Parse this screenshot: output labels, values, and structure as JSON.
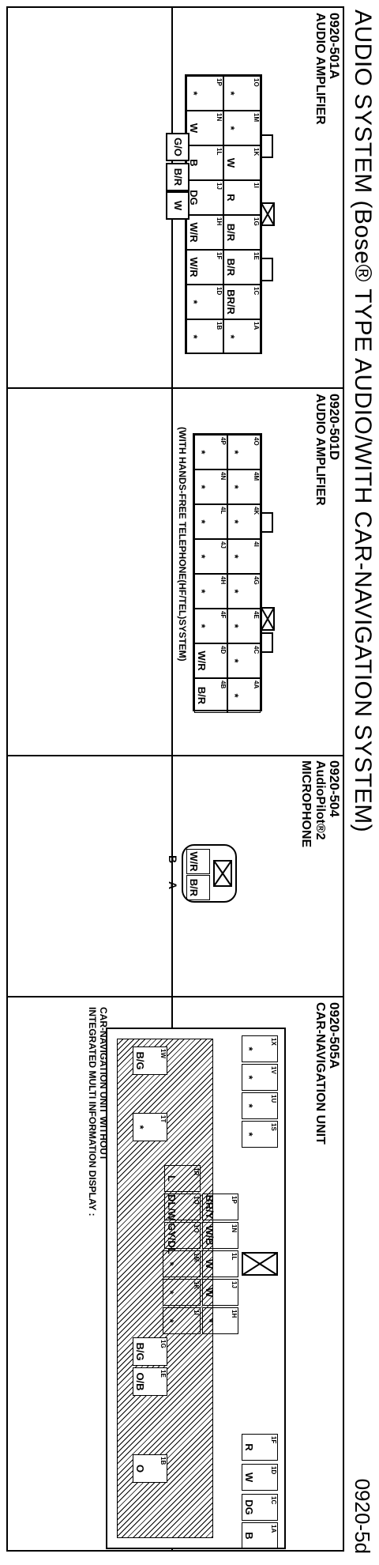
{
  "header": {
    "title": "AUDIO SYSTEM (Bose® TYPE AUDIO/WITH CAR-NAVIGATION SYSTEM)",
    "page_code": "0920-5d"
  },
  "connectors": {
    "c501a": {
      "code": "0920-501A",
      "name": "AUDIO AMPLIFIER",
      "pins": [
        {
          "pin": "1O",
          "color": "*"
        },
        {
          "pin": "1M",
          "color": "*"
        },
        {
          "pin": "1K",
          "color": "W"
        },
        {
          "pin": "1I",
          "color": "R"
        },
        {
          "pin": "1G",
          "color": "B/R"
        },
        {
          "pin": "1E",
          "color": "B/R"
        },
        {
          "pin": "1C",
          "color": "BR/R"
        },
        {
          "pin": "1A",
          "color": "*"
        },
        {
          "pin": "1P",
          "color": "*"
        },
        {
          "pin": "1N",
          "color": "W"
        },
        {
          "pin": "1L",
          "color": "B"
        },
        {
          "pin": "1J",
          "color": "DG"
        },
        {
          "pin": "1H",
          "color": "W/R"
        },
        {
          "pin": "1F",
          "color": "W/R"
        },
        {
          "pin": "1D",
          "color": "*"
        },
        {
          "pin": "1B",
          "color": "*"
        }
      ]
    },
    "c501d": {
      "code": "0920-501D",
      "name": "AUDIO AMPLIFIER",
      "note": "(WITH HANDS-FREE TELEPHONE(HF/TEL)SYSTEM)",
      "pins": [
        {
          "pin": "4O",
          "color": "*"
        },
        {
          "pin": "4M",
          "color": "*"
        },
        {
          "pin": "4K",
          "color": "*"
        },
        {
          "pin": "4I",
          "color": "*"
        },
        {
          "pin": "4G",
          "color": "*"
        },
        {
          "pin": "4E",
          "color": "*"
        },
        {
          "pin": "4C",
          "color": "*"
        },
        {
          "pin": "4A",
          "color": "*"
        },
        {
          "pin": "4P",
          "color": "*"
        },
        {
          "pin": "4N",
          "color": "*"
        },
        {
          "pin": "4L",
          "color": "*"
        },
        {
          "pin": "4J",
          "color": "*"
        },
        {
          "pin": "4H",
          "color": "*"
        },
        {
          "pin": "4F",
          "color": "*"
        },
        {
          "pin": "4D",
          "color": "W/R"
        },
        {
          "pin": "4B",
          "color": "B/R"
        }
      ]
    },
    "c504": {
      "code": "0920-504",
      "name1": "AudioPilot®2",
      "name2": "MICROPHONE",
      "pins": [
        {
          "pin": "B",
          "color": "W/R"
        },
        {
          "pin": "A",
          "color": "B/R"
        }
      ]
    },
    "c505a": {
      "code": "0920-505A",
      "name": "CAR-NAVIGATION UNIT",
      "top_pins": [
        {
          "pin": "1X",
          "color": "*"
        },
        {
          "pin": "1V",
          "color": "*"
        },
        {
          "pin": "1U",
          "color": "*"
        },
        {
          "pin": "1S",
          "color": "*"
        },
        {
          "pin": "1F",
          "color": "R"
        },
        {
          "pin": "1D",
          "color": "W"
        },
        {
          "pin": "1C",
          "color": "DG"
        },
        {
          "pin": "1A",
          "color": "B"
        }
      ],
      "mid_pins": [
        {
          "pin": "1P",
          "color": "BR/Y"
        },
        {
          "pin": "1N",
          "color": "W/B"
        },
        {
          "pin": "1L",
          "color": "W"
        },
        {
          "pin": "1J",
          "color": "W"
        },
        {
          "pin": "1H",
          "color": "*"
        },
        {
          "pin": "1Q",
          "color": "DL/W"
        },
        {
          "pin": "1O",
          "color": "GY/DL"
        },
        {
          "pin": "1R",
          "color": "L"
        }
      ],
      "low_pins": [
        {
          "pin": "1M",
          "color": "*"
        },
        {
          "pin": "1K",
          "color": "*"
        },
        {
          "pin": "1I",
          "color": "*"
        }
      ],
      "hatch_pins": [
        {
          "pin": "1W",
          "color": "B/G"
        },
        {
          "pin": "1T",
          "color": "*"
        },
        {
          "pin": "1G",
          "color": "B/G"
        },
        {
          "pin": "1E",
          "color": "O/B"
        },
        {
          "pin": "1B",
          "color": "O"
        }
      ],
      "note1": "CAR-NAVIGATION UNIT WITHOUT",
      "note2": "INTEGRATED MULTI INFORMATION DISPLAY :",
      "alt_colors": [
        "G/O",
        "B/R",
        "W"
      ]
    }
  }
}
